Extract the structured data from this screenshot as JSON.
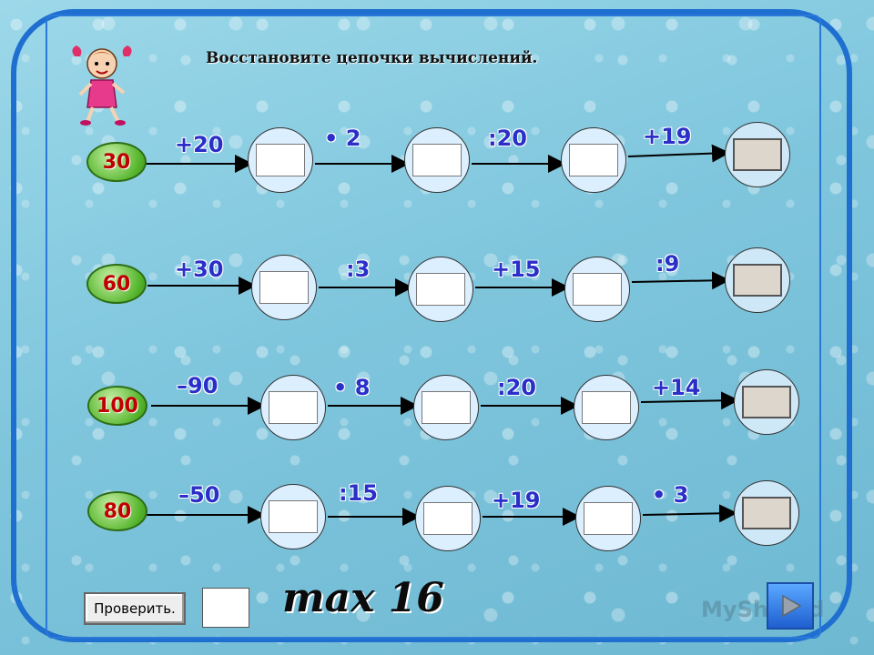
{
  "title": "Восстановите цепочки вычислений.",
  "rows": [
    {
      "start": "30",
      "ops": [
        "+20",
        "• 2",
        ":20",
        "+19"
      ]
    },
    {
      "start": "60",
      "ops": [
        "+30",
        ":3",
        "+15",
        ":9"
      ]
    },
    {
      "start": "100",
      "ops": [
        "–90",
        "• 8",
        ":20",
        "+14"
      ]
    },
    {
      "start": "80",
      "ops": [
        "–50",
        ":15",
        "+19",
        "• 3"
      ]
    }
  ],
  "footer": {
    "check_label": "Проверить.",
    "max_label": "max 16",
    "watermark": "MyShared",
    "next_icon": "play-triangle-icon"
  },
  "colors": {
    "frame": "#1e6fd0",
    "op_text": "#2a2fc8",
    "start_text": "#c00000",
    "start_fill": "#55b52c"
  }
}
